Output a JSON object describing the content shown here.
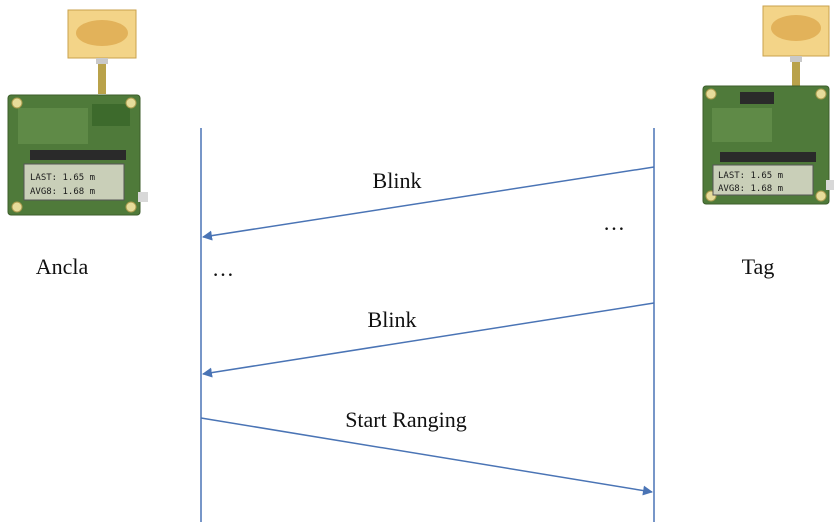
{
  "participants": {
    "left": {
      "label": "Ancla"
    },
    "right": {
      "label": "Tag"
    }
  },
  "device_display": {
    "line1": "LAST:  1.65 m",
    "line2": "AVG8:  1.68 m"
  },
  "messages": [
    {
      "label": "Blink",
      "direction": "tag-to-ancla"
    },
    {
      "label": "Blink",
      "direction": "tag-to-ancla"
    },
    {
      "label": "Start Ranging",
      "direction": "ancla-to-tag"
    }
  ],
  "ellipsis": {
    "left": "…",
    "right": "…"
  },
  "colors": {
    "line": "#4a74b5",
    "pcb": "#4f7a3a",
    "antenna": "#e8c36a"
  }
}
